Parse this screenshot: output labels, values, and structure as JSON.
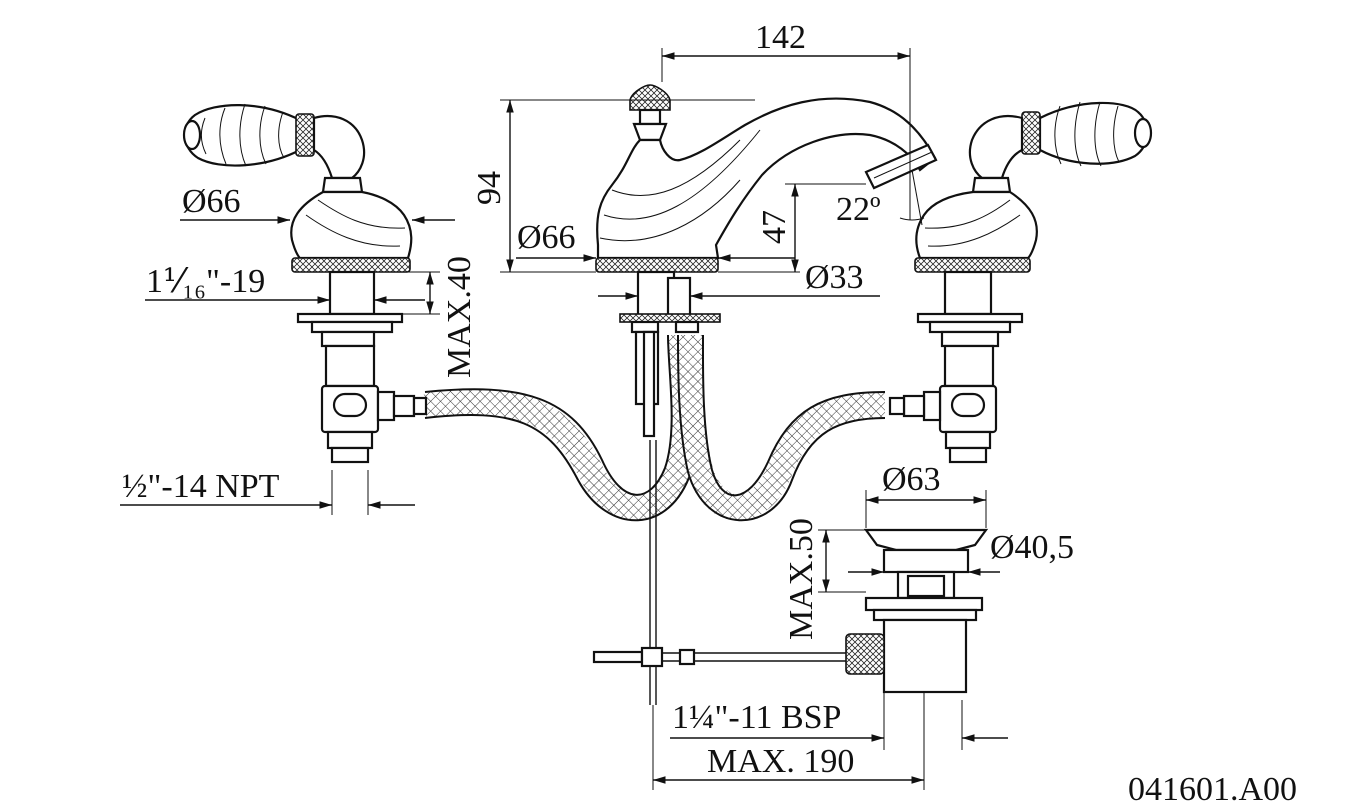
{
  "dimensions": {
    "spout_reach": "142",
    "spout_height": "94",
    "spout_base_dia": "Ø66",
    "aerator_height": "47",
    "aerator_angle": "22º",
    "spout_shank_dia": "Ø33",
    "handle_base_dia": "Ø66",
    "handle_thread": "1⅟₁₆\"-19",
    "handle_max_deck": "MAX.40",
    "supply_thread": "½\"-14 NPT",
    "drain_top_dia": "Ø63",
    "drain_max_deck": "MAX.50",
    "drain_inner_dia": "Ø40,5",
    "drain_thread": "1¼\"-11 BSP",
    "drain_rod_max": "MAX. 190"
  },
  "drawing_code": "041601.A00",
  "colors": {
    "line": "#111111",
    "background": "#ffffff"
  }
}
